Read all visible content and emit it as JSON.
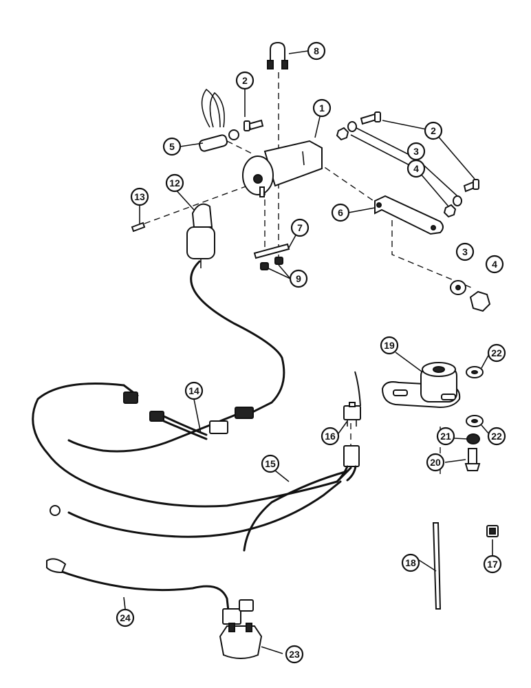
{
  "callouts": {
    "c1": "1",
    "c2a": "2",
    "c2b": "2",
    "c3a": "3",
    "c3b": "3",
    "c4a": "4",
    "c4b": "4",
    "c5": "5",
    "c6": "6",
    "c7": "7",
    "c8": "8",
    "c9": "9",
    "c12": "12",
    "c13": "13",
    "c14": "14",
    "c15": "15",
    "c16": "16",
    "c17": "17",
    "c18": "18",
    "c19": "19",
    "c20": "20",
    "c21": "21",
    "c22a": "22",
    "c22b": "22",
    "c23": "23",
    "c24": "24"
  },
  "icons": {
    "motor": "motor-icon",
    "cable_clamp": "cable-clamp-icon",
    "u_bolt": "u-bolt-icon",
    "bracket": "bracket-icon",
    "sensor": "sensor-icon",
    "harness": "wire-harness-icon",
    "toggle_switch": "toggle-switch-icon",
    "alarm": "alarm-icon",
    "plug": "plug-icon",
    "cable_tie": "cable-tie-icon",
    "clip": "clip-icon"
  },
  "colors": {
    "ink": "#111111",
    "paper": "#ffffff"
  }
}
